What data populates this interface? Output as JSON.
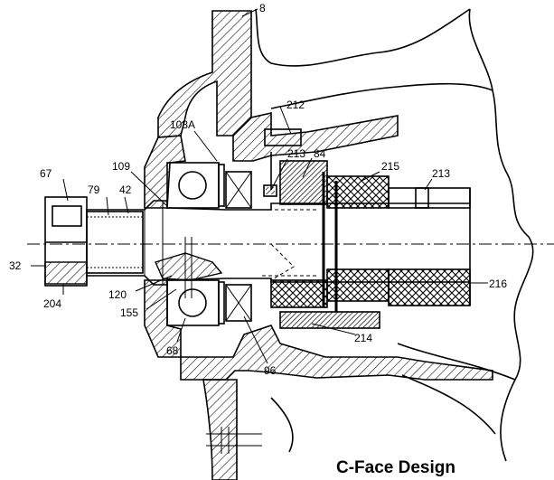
{
  "caption": "C-Face Design",
  "labels": {
    "l8": "8",
    "l212": "212",
    "l108a": "108A",
    "l213a": "213",
    "l84": "84",
    "l215": "215",
    "l213b": "213",
    "l67": "67",
    "l109": "109",
    "l79": "79",
    "l42": "42",
    "l32": "32",
    "l204": "204",
    "l120": "120",
    "l155": "155",
    "l68": "68",
    "l96": "96",
    "l214": "214",
    "l216": "216"
  }
}
